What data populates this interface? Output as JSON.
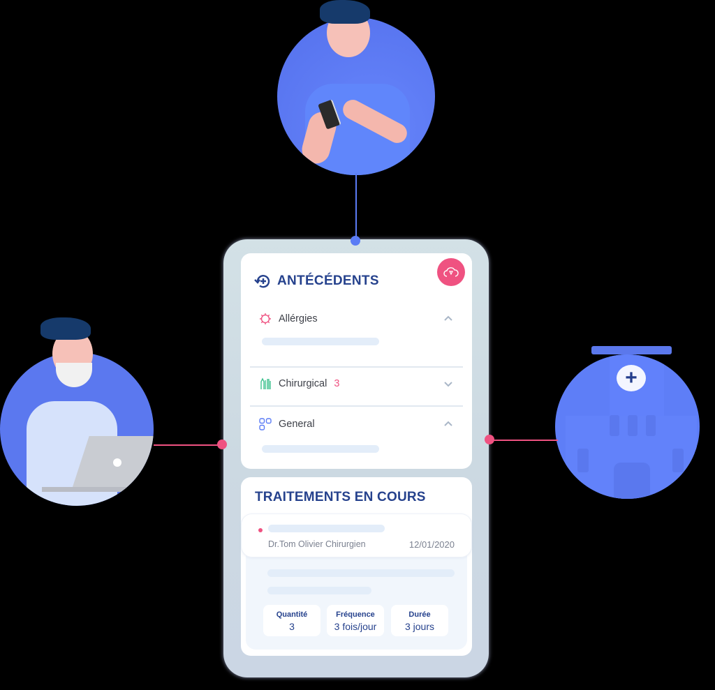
{
  "colors": {
    "primary_blue": "#26428d",
    "accent_pink": "#ef5281",
    "connector_blue": "#5b7cf5",
    "avatar_blue": "#5b78ef",
    "skeleton": "#e3edf9"
  },
  "illustrations": {
    "patient": "patient-with-phone",
    "doctor": "doctor-with-laptop",
    "hospital": "hospital-building"
  },
  "antecedents": {
    "title": "ANTÉCÉDENTS",
    "icon": "history-medical-icon",
    "cloud_button_icon": "cloud-heart-icon",
    "sections": [
      {
        "label": "Allérgies",
        "icon": "allergy-icon",
        "count": "",
        "expanded": true
      },
      {
        "label": "Chirurgical",
        "icon": "surgical-tools-icon",
        "count": "3",
        "expanded": false
      },
      {
        "label": "General",
        "icon": "grid-icon",
        "count": "",
        "expanded": true
      }
    ]
  },
  "traitements": {
    "title": "TRAITEMENTS EN COURS",
    "entry": {
      "doctor": "Dr.Tom Olivier Chirurgien",
      "date": "12/01/2020"
    },
    "stats": [
      {
        "label": "Quantité",
        "value": "3"
      },
      {
        "label": "Fréquence",
        "value": "3 fois/jour"
      },
      {
        "label": "Durée",
        "value": "3 jours"
      }
    ]
  }
}
